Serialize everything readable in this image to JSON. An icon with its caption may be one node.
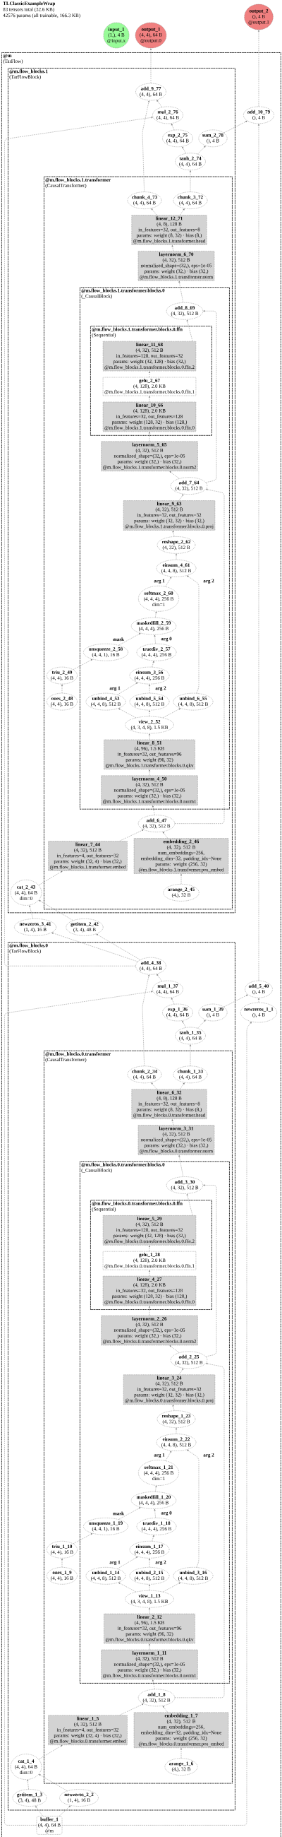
{
  "diagram": {
    "title": "TLClassicExampleWrap",
    "nodes": [
      {
        "text": [
          "output_2",
          "(), 4 B",
          "@output.1"
        ]
      },
      {
        "text": [
          "input_1",
          "(1,), 4 B",
          "@input.x"
        ]
      },
      {
        "text": [
          "output_1",
          "(4, 4), 64 B",
          "@output.0"
        ]
      },
      {
        "text": [
          "@m",
          "(TarFlow)"
        ]
      },
      {
        "text": [
          "@m.flow_blocks.1",
          "(TarFlowBlock)"
        ],
        "in": 3
      },
      {
        "text": [
          "add_9_77",
          "(4, 4), 64 B"
        ],
        "in": 4
      },
      {
        "text": [
          "mul_2_76",
          "(4, 4), 64 B"
        ],
        "in": 4
      },
      {
        "text": [
          "add_10_79",
          "(), 4 B"
        ],
        "in": 3
      },
      {
        "text": [
          "exp_2_75",
          "(4, 4), 64 B"
        ],
        "in": 4
      },
      {
        "text": [
          "sum_2_78",
          "(), 4 B"
        ],
        "in": 4
      },
      {
        "text": [
          "tanh_2_74",
          "(4, 4), 64 B"
        ],
        "in": 4
      },
      {
        "text": [
          "@m.flow_blocks.1.transformer",
          "(CausalTransformer)"
        ],
        "in": 4
      },
      {
        "text": [
          "chunk_4_73",
          "(4, 4), 64 B"
        ],
        "in": 11
      },
      {
        "text": [
          "chunk_3_72",
          "(4, 4), 64 B"
        ],
        "in": 11
      },
      {
        "text": [
          "linear_12_71",
          "(4, 8), 128 B",
          "in_features=32, out_features=8",
          "params: weight (8, 32) · bias (8,)",
          "@m.flow_blocks.1.transformer.head"
        ],
        "in": 11
      },
      {
        "text": [
          "layernorm_6_70",
          "(4, 32), 512 B",
          "normalized_shape=(32,), eps=1e-05",
          "params: weight (32,) · bias (32,)",
          "@m.flow_blocks.1.transformer.norm"
        ],
        "in": 11
      },
      {
        "text": [
          "@m.flow_blocks.1.transformer.blocks.0",
          "(_CausalBlock)"
        ],
        "in": 11
      },
      {
        "text": [
          "add_8_69",
          "(4, 32), 512 B"
        ],
        "in": 16
      },
      {
        "text": [
          "@m.flow_blocks.1.transformer.blocks.0.ffn",
          "(Sequential)"
        ],
        "in": 16
      },
      {
        "text": [
          "linear_11_68",
          "(4, 32), 512 B",
          "in_features=128, out_features=32",
          "params: weight (32, 128) · bias (32,)",
          "@m.flow_blocks.1.transformer.blocks.0.ffn.2"
        ],
        "in": 18
      },
      {
        "text": [
          "gelu_2_67",
          "(4, 128), 2.0 KB",
          "@m.flow_blocks.1.transformer.blocks.0.ffn.1"
        ],
        "in": 18
      },
      {
        "text": [
          "linear_10_66",
          "(4, 128), 2.0 KB",
          "in_features=32, out_features=128",
          "params: weight (128, 32) · bias (128,)",
          "@m.flow_blocks.1.transformer.blocks.0.ffn.0"
        ],
        "in": 18
      },
      {
        "text": [
          "layernorm_5_65",
          "(4, 32), 512 B",
          "normalized_shape=(32,), eps=1e-05",
          "params: weight (32,) · bias (32,)",
          "@m.flow_blocks.1.transformer.blocks.0.norm2"
        ],
        "in": 16
      },
      {
        "text": [
          "add_7_64",
          "(4, 32), 512 B"
        ],
        "in": 16
      },
      {
        "text": [
          "linear_9_63",
          "(4, 32), 512 B",
          "in_features=32, out_features=32",
          "params: weight (32, 32) · bias (32,)",
          "@m.flow_blocks.1.transformer.blocks.0.proj"
        ],
        "in": 16
      },
      {
        "text": [
          "reshape_2_62",
          "(4, 32), 512 B"
        ],
        "in": 16
      },
      {
        "text": [
          "einsum_4_61",
          "(4, 4, 8), 512 B"
        ],
        "in": 16
      },
      {
        "text": [
          "softmax_2_60",
          "(4, 4, 4), 256 B",
          "dim=1"
        ],
        "in": 16
      },
      {
        "text": [
          "maskedfill_2_59",
          "(4, 4, 4), 256 B"
        ],
        "in": 16
      },
      {
        "text": [
          "unsqueeze_2_58",
          "(4, 4, 1), 16 B"
        ],
        "in": 16
      },
      {
        "text": [
          "truediv_2_57",
          "(4, 4, 4), 256 B"
        ],
        "in": 16
      },
      {
        "text": [
          "triu_2_49",
          "(4, 4), 16 B"
        ],
        "in": 11
      },
      {
        "text": [
          "einsum_3_56",
          "(4, 4, 4), 256 B"
        ],
        "in": 16
      },
      {
        "text": [
          "ones_2_48",
          "(4, 4), 16 B"
        ],
        "in": 11
      },
      {
        "text": [
          "unbind_4_53",
          "(4, 4, 8), 512 B"
        ],
        "in": 16
      },
      {
        "text": [
          "unbind_5_54",
          "(4, 4, 8), 512 B"
        ],
        "in": 16
      },
      {
        "text": [
          "unbind_6_55",
          "(4, 4, 8), 512 B"
        ],
        "in": 16
      },
      {
        "text": [
          "view_2_52",
          "(4, 3, 4, 8), 1.5 KB"
        ],
        "in": 16
      },
      {
        "text": [
          "linear_8_51",
          "(4, 96), 1.5 KB",
          "in_features=32, out_features=96",
          "params: weight (96, 32)",
          "@m.flow_blocks.1.transformer.blocks.0.qkv"
        ],
        "in": 16
      },
      {
        "text": [
          "layernorm_4_50",
          "(4, 32), 512 B",
          "normalized_shape=(32,), eps=1e-05",
          "params: weight (32,) · bias (32,)",
          "@m.flow_blocks.1.transformer.blocks.0.norm1"
        ],
        "in": 16
      },
      {
        "text": [
          "add_6_47",
          "(4, 32), 512 B"
        ],
        "in": 11
      },
      {
        "text": [
          "linear_7_44",
          "(4, 32), 512 B",
          "in_features=4, out_features=32",
          "params: weight (32, 4) · bias (32,)",
          "@m.flow_blocks.1.transformer.embed"
        ],
        "in": 11
      },
      {
        "text": [
          "embedding_2_46",
          "(4, 32), 512 B",
          "num_embeddings=256, embedding_dim=32, padding_idx=None",
          "params: weight (256, 32)",
          "@m.flow_blocks.1.transformer.pos_embed"
        ],
        "in": 11
      },
      {
        "text": [
          "cat_2_43",
          "(4, 4), 64 B",
          "dim=0"
        ],
        "in": 4
      },
      {
        "text": [
          "arange_2_45",
          "(4,), 32 B"
        ],
        "in": 11
      },
      {
        "text": [
          "newzeros_3_41",
          "(1, 4), 16 B"
        ],
        "in": 3
      },
      {
        "text": [
          "getitem_2_42",
          "(3, 4), 48 B"
        ],
        "in": 3
      },
      {
        "text": [
          "@m.flow_blocks.0",
          "(TarFlowBlock)"
        ],
        "in": 3
      },
      {
        "text": [
          "add_4_38",
          "(4, 4), 64 B"
        ],
        "in": 47
      },
      {
        "text": [
          "mul_1_37",
          "(4, 4), 64 B"
        ],
        "in": 47
      },
      {
        "text": [
          "add_5_40",
          "(), 4 B"
        ],
        "in": 3
      },
      {
        "text": [
          "exp_1_36",
          "(4, 4), 64 B"
        ],
        "in": 47
      },
      {
        "text": [
          "sum_1_39",
          "(), 4 B"
        ],
        "in": 47
      },
      {
        "text": [
          "newzeros_1_1",
          "(), 4 B"
        ],
        "in": 3
      },
      {
        "text": [
          "tanh_1_35",
          "(4, 4), 64 B"
        ],
        "in": 47
      },
      {
        "text": [
          "@m.flow_blocks.0.transformer",
          "(CausalTransformer)"
        ],
        "in": 47
      },
      {
        "text": [
          "chunk_2_34",
          "(4, 4), 64 B"
        ],
        "in": 55
      },
      {
        "text": [
          "chunk_1_33",
          "(4, 4), 64 B"
        ],
        "in": 55
      },
      {
        "text": [
          "linear_6_32",
          "(4, 8), 128 B",
          "in_features=32, out_features=8",
          "params: weight (8, 32) · bias (8,)",
          "@m.flow_blocks.0.transformer.head"
        ],
        "in": 55
      },
      {
        "text": [
          "layernorm_3_31",
          "(4, 32), 512 B",
          "normalized_shape=(32,), eps=1e-05",
          "params: weight (32,) · bias (32,)",
          "@m.flow_blocks.0.transformer.norm"
        ],
        "in": 55
      },
      {
        "text": [
          "@m.flow_blocks.0.transformer.blocks.0",
          "(_CausalBlock)"
        ],
        "in": 55
      },
      {
        "text": [
          "add_3_30",
          "(4, 32), 512 B"
        ],
        "in": 60
      },
      {
        "text": [
          "@m.flow_blocks.0.transformer.blocks.0.ffn",
          "(Sequential)"
        ],
        "in": 60
      },
      {
        "text": [
          "linear_5_29",
          "(4, 32), 512 B",
          "in_features=128, out_features=32",
          "params: weight (32, 128) · bias (32,)",
          "@m.flow_blocks.0.transformer.blocks.0.ffn.2"
        ],
        "in": 62
      },
      {
        "text": [
          "gelu_1_28",
          "(4, 128), 2.0 KB",
          "@m.flow_blocks.0.transformer.blocks.0.ffn.1"
        ],
        "in": 62
      },
      {
        "text": [
          "linear_4_27",
          "(4, 128), 2.0 KB",
          "in_features=32, out_features=128",
          "params: weight (128, 32) · bias (128,)",
          "@m.flow_blocks.0.transformer.blocks.0.ffn.0"
        ],
        "in": 62
      },
      {
        "text": [
          "layernorm_2_26",
          "(4, 32), 512 B",
          "normalized_shape=(32,), eps=1e-05",
          "params: weight (32,) · bias (32,)",
          "@m.flow_blocks.0.transformer.blocks.0.norm2"
        ],
        "in": 60
      },
      {
        "text": [
          "add_2_25",
          "(4, 32), 512 B"
        ],
        "in": 60
      },
      {
        "text": [
          "linear_3_24",
          "(4, 32), 512 B",
          "in_features=32, out_features=32",
          "params: weight (32, 32) · bias (32,)",
          "@m.flow_blocks.0.transformer.blocks.0.proj"
        ],
        "in": 60
      },
      {
        "text": [
          "reshape_1_23",
          "(4, 32), 512 B"
        ],
        "in": 60
      },
      {
        "text": [
          "einsum_2_22",
          "(4, 4, 8), 512 B"
        ],
        "in": 60
      },
      {
        "text": [
          "softmax_1_21",
          "(4, 4, 4), 256 B",
          "dim=1"
        ],
        "in": 60
      },
      {
        "text": [
          "maskedfill_1_20",
          "(4, 4, 4), 256 B"
        ],
        "in": 60
      },
      {
        "text": [
          "unsqueeze_1_19",
          "(4, 4, 1), 16 B"
        ],
        "in": 60
      },
      {
        "text": [
          "truediv_1_18",
          "(4, 4, 4), 256 B"
        ],
        "in": 60
      },
      {
        "text": [
          "triu_1_10",
          "(4, 4), 16 B"
        ],
        "in": 55
      },
      {
        "text": [
          "einsum_1_17",
          "(4, 4, 4), 256 B"
        ],
        "in": 60
      },
      {
        "text": [
          "ones_1_9",
          "(4, 4), 16 B"
        ],
        "in": 55
      },
      {
        "text": [
          "unbind_1_14",
          "(4, 4, 8), 512 B"
        ],
        "in": 60
      },
      {
        "text": [
          "unbind_2_15",
          "(4, 4, 8), 512 B"
        ],
        "in": 60
      },
      {
        "text": [
          "unbind_3_16",
          "(4, 4, 8), 512 B"
        ],
        "in": 60
      },
      {
        "text": [
          "view_1_13",
          "(4, 3, 4, 8), 1.5 KB"
        ],
        "in": 60
      },
      {
        "text": [
          "linear_2_12",
          "(4, 96), 1.5 KB",
          "in_features=32, out_features=96",
          "params: weight (96, 32)",
          "@m.flow_blocks.0.transformer.blocks.0.qkv"
        ],
        "in": 60
      },
      {
        "text": [
          "layernorm_1_11",
          "(4, 32), 512 B",
          "normalized_shape=(32,), eps=1e-05",
          "params: weight (32,) · bias (32,)",
          "@m.flow_blocks.0.transformer.blocks.0.norm1"
        ],
        "in": 60
      },
      {
        "text": [
          "add_1_8",
          "(4, 32), 512 B"
        ],
        "in": 55
      },
      {
        "text": [
          "linear_1_5",
          "(4, 32), 512 B",
          "in_features=4, out_features=32",
          "params: weight (32, 4) · bias (32,)",
          "@m.flow_blocks.0.transformer.embed"
        ],
        "in": 55
      },
      {
        "text": [
          "embedding_1_7",
          "(4, 32), 512 B",
          "num_embeddings=256, embedding_dim=32, padding_idx=None",
          "params: weight (256, 32)",
          "@m.flow_blocks.0.transformer.pos_embed"
        ],
        "in": 55
      },
      {
        "text": [
          "cat_1_4",
          "(4, 4), 64 B",
          "dim=0"
        ],
        "in": 47
      },
      {
        "text": [
          "arange_1_6",
          "(4,), 32 B"
        ],
        "in": 55
      },
      {
        "text": [
          "getitem_1_3",
          "(3, 4), 48 B"
        ],
        "in": 47
      },
      {
        "text": [
          "newzeros_2_2",
          "(1, 4), 16 B"
        ],
        "in": 47
      },
      {
        "text": [
          "buffer_1",
          "(4, 4), 64 B",
          "@m"
        ],
        "in": 3
      }
    ],
    "edges": [
      {
        "from": 91,
        "to": 89,
        "arrow": "to"
      },
      {
        "from": 91,
        "to": 90,
        "arrow": "to"
      },
      {
        "from": 91,
        "to": 49,
        "arrow": "to"
      },
      {
        "from": 91,
        "to": 53,
        "arrow": "to"
      },
      {
        "from": 89,
        "to": 87,
        "arrow": "to"
      },
      {
        "from": 90,
        "to": 87,
        "arrow": "to"
      },
      {
        "from": 87,
        "to": 85,
        "arrow": "to"
      },
      {
        "from": 85,
        "to": 84,
        "arrow": "to"
      },
      {
        "from": 88,
        "to": 86,
        "arrow": "to"
      },
      {
        "from": 86,
        "to": 84,
        "arrow": "to"
      },
      {
        "from": 84,
        "to": 83,
        "arrow": "to"
      },
      {
        "from": 84,
        "to": 67,
        "arrow": "to"
      },
      {
        "from": 83,
        "to": 82,
        "arrow": "to"
      },
      {
        "from": 82,
        "to": 81,
        "arrow": "to"
      },
      {
        "from": 81,
        "to": 78,
        "arrow": "to"
      },
      {
        "from": 81,
        "to": 79,
        "arrow": "to"
      },
      {
        "from": 81,
        "to": 80,
        "arrow": "to"
      },
      {
        "from": 78,
        "to": 76,
        "arrow": "to",
        "label": "arg 1"
      },
      {
        "from": 79,
        "to": 76,
        "arrow": "to",
        "label": "arg 2"
      },
      {
        "from": 77,
        "to": 75,
        "arrow": "to"
      },
      {
        "from": 75,
        "to": 73,
        "arrow": "to"
      },
      {
        "from": 76,
        "to": 74,
        "arrow": "to"
      },
      {
        "from": 74,
        "to": 72,
        "arrow": "to",
        "label": "arg 0"
      },
      {
        "from": 73,
        "to": 72,
        "arrow": "to",
        "label": "mask"
      },
      {
        "from": 72,
        "to": 71,
        "arrow": "to"
      },
      {
        "from": 71,
        "to": 70,
        "arrow": "to",
        "label": "arg 1"
      },
      {
        "from": 80,
        "to": 70,
        "arrow": "to",
        "label": "arg 2"
      },
      {
        "from": 70,
        "to": 69,
        "arrow": "to"
      },
      {
        "from": 69,
        "to": 68,
        "arrow": "to"
      },
      {
        "from": 68,
        "to": 67,
        "arrow": "to"
      },
      {
        "from": 67,
        "to": 66,
        "arrow": "to"
      },
      {
        "from": 67,
        "to": 61,
        "arrow": "to"
      },
      {
        "from": 66,
        "to": 65,
        "arrow": "to"
      },
      {
        "from": 65,
        "to": 64,
        "arrow": "to"
      },
      {
        "from": 64,
        "to": 63,
        "arrow": "to"
      },
      {
        "from": 63,
        "to": 61,
        "arrow": "to"
      },
      {
        "from": 61,
        "to": 59,
        "arrow": "to"
      },
      {
        "from": 59,
        "to": 58,
        "arrow": "to"
      },
      {
        "from": 58,
        "to": 56,
        "arrow": "to"
      },
      {
        "from": 58,
        "to": 57,
        "arrow": "to"
      },
      {
        "from": 57,
        "to": 54,
        "arrow": "to"
      },
      {
        "from": 54,
        "to": 51,
        "arrow": "to"
      },
      {
        "from": 54,
        "to": 52,
        "arrow": "to"
      },
      {
        "from": 51,
        "to": 49,
        "arrow": "to"
      },
      {
        "from": 49,
        "to": 48,
        "arrow": "to"
      },
      {
        "from": 56,
        "to": 48,
        "arrow": "to"
      },
      {
        "from": 52,
        "to": 50,
        "arrow": "to"
      },
      {
        "from": 53,
        "to": 50,
        "arrow": "to"
      },
      {
        "from": 48,
        "to": 45,
        "arrow": "to"
      },
      {
        "from": 48,
        "to": 46,
        "arrow": "to"
      },
      {
        "from": 48,
        "to": 6,
        "arrow": "to"
      },
      {
        "from": 50,
        "to": 7,
        "arrow": "to"
      },
      {
        "from": 45,
        "to": 43,
        "arrow": "to"
      },
      {
        "from": 46,
        "to": 43,
        "arrow": "to"
      },
      {
        "from": 43,
        "to": 41,
        "arrow": "to"
      },
      {
        "from": 41,
        "to": 40,
        "arrow": "to"
      },
      {
        "from": 44,
        "to": 42,
        "arrow": "to"
      },
      {
        "from": 42,
        "to": 40,
        "arrow": "to"
      },
      {
        "from": 40,
        "to": 39,
        "arrow": "to"
      },
      {
        "from": 40,
        "to": 23,
        "arrow": "to"
      },
      {
        "from": 39,
        "to": 38,
        "arrow": "to"
      },
      {
        "from": 38,
        "to": 37,
        "arrow": "to"
      },
      {
        "from": 37,
        "to": 34,
        "arrow": "to"
      },
      {
        "from": 37,
        "to": 35,
        "arrow": "to"
      },
      {
        "from": 37,
        "to": 36,
        "arrow": "to"
      },
      {
        "from": 34,
        "to": 32,
        "arrow": "to",
        "label": "arg 1"
      },
      {
        "from": 35,
        "to": 32,
        "arrow": "to",
        "label": "arg 2"
      },
      {
        "from": 33,
        "to": 31,
        "arrow": "to"
      },
      {
        "from": 31,
        "to": 29,
        "arrow": "to"
      },
      {
        "from": 32,
        "to": 30,
        "arrow": "to"
      },
      {
        "from": 30,
        "to": 28,
        "arrow": "to",
        "label": "arg 0"
      },
      {
        "from": 29,
        "to": 28,
        "arrow": "to",
        "label": "mask"
      },
      {
        "from": 28,
        "to": 27,
        "arrow": "to"
      },
      {
        "from": 27,
        "to": 26,
        "arrow": "to",
        "label": "arg 1"
      },
      {
        "from": 36,
        "to": 26,
        "arrow": "to",
        "label": "arg 2"
      },
      {
        "from": 26,
        "to": 25,
        "arrow": "to"
      },
      {
        "from": 25,
        "to": 24,
        "arrow": "to"
      },
      {
        "from": 24,
        "to": 23,
        "arrow": "to"
      },
      {
        "from": 23,
        "to": 22,
        "arrow": "to"
      },
      {
        "from": 23,
        "to": 17,
        "arrow": "to"
      },
      {
        "from": 22,
        "to": 21,
        "arrow": "to"
      },
      {
        "from": 21,
        "to": 20,
        "arrow": "to"
      },
      {
        "from": 20,
        "to": 19,
        "arrow": "to"
      },
      {
        "from": 19,
        "to": 17,
        "arrow": "to"
      },
      {
        "from": 17,
        "to": 15,
        "arrow": "to"
      },
      {
        "from": 15,
        "to": 14,
        "arrow": "to"
      },
      {
        "from": 14,
        "to": 12,
        "arrow": "to"
      },
      {
        "from": 14,
        "to": 13,
        "arrow": "to"
      },
      {
        "from": 13,
        "to": 10,
        "arrow": "to"
      },
      {
        "from": 10,
        "to": 8,
        "arrow": "to"
      },
      {
        "from": 10,
        "to": 9,
        "arrow": "to"
      },
      {
        "from": 8,
        "to": 6,
        "arrow": "to"
      },
      {
        "from": 6,
        "to": 5,
        "arrow": "to"
      },
      {
        "from": 12,
        "to": 5,
        "arrow": "to"
      },
      {
        "from": 9,
        "to": 7,
        "arrow": "to"
      },
      {
        "from": 5,
        "to": 2,
        "arrow": "to"
      },
      {
        "from": 7,
        "to": 0,
        "arrow": "to"
      }
    ],
    "labels": [
      "83 tensors total (32.6 KB)",
      "42576 params (all trainable, 166.3 KB)"
    ]
  }
}
